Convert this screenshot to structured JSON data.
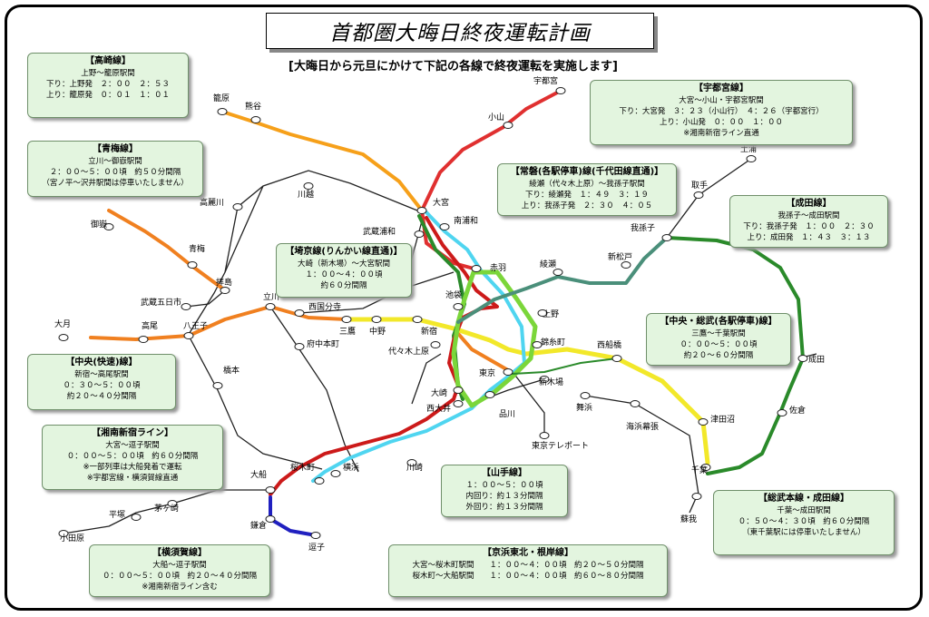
{
  "title": "首都圏大晦日終夜運転計画",
  "subtitle": "[大晦日から元旦にかけて下記の各線で終夜運転を実施します]",
  "colors": {
    "info_bg": "#e3f5df",
    "takasaki": "#f6a01a",
    "utsunomiya": "#e03030",
    "keihin": "#4fd5f0",
    "yamanote": "#7bd63a",
    "chuo_rapid": "#f08020",
    "chuo_sobu": "#f2e82a",
    "joban": "#4a8f7a",
    "narita": "#2a8a2a",
    "yokosuka": "#2020c0"
  },
  "stations": [
    {
      "name": "籠原"
    },
    {
      "name": "熊谷"
    },
    {
      "name": "宇都宮"
    },
    {
      "name": "小山"
    },
    {
      "name": "土浦"
    },
    {
      "name": "取手"
    },
    {
      "name": "我孫子"
    },
    {
      "name": "新松戸"
    },
    {
      "name": "綾瀬"
    },
    {
      "name": "大宮"
    },
    {
      "name": "南浦和"
    },
    {
      "name": "武蔵浦和"
    },
    {
      "name": "赤羽"
    },
    {
      "name": "川越"
    },
    {
      "name": "高麗川"
    },
    {
      "name": "御嶽"
    },
    {
      "name": "青梅"
    },
    {
      "name": "拝島"
    },
    {
      "name": "武蔵五日市"
    },
    {
      "name": "立川"
    },
    {
      "name": "西国分寺"
    },
    {
      "name": "府中本町"
    },
    {
      "name": "大月"
    },
    {
      "name": "高尾"
    },
    {
      "name": "八王子"
    },
    {
      "name": "三鷹"
    },
    {
      "name": "中野"
    },
    {
      "name": "新宿"
    },
    {
      "name": "池袋"
    },
    {
      "name": "上野"
    },
    {
      "name": "錦糸町"
    },
    {
      "name": "代々木上原"
    },
    {
      "name": "東京"
    },
    {
      "name": "新木場"
    },
    {
      "name": "西船橋"
    },
    {
      "name": "成田"
    },
    {
      "name": "佐倉"
    },
    {
      "name": "津田沼"
    },
    {
      "name": "海浜幕張"
    },
    {
      "name": "舞浜"
    },
    {
      "name": "大崎"
    },
    {
      "name": "西大井"
    },
    {
      "name": "品川"
    },
    {
      "name": "橋本"
    },
    {
      "name": "東京テレポート"
    },
    {
      "name": "千葉"
    },
    {
      "name": "蘇我"
    },
    {
      "name": "横浜"
    },
    {
      "name": "桜木町"
    },
    {
      "name": "川崎"
    },
    {
      "name": "大船"
    },
    {
      "name": "茅ヶ崎"
    },
    {
      "name": "平塚"
    },
    {
      "name": "小田原"
    },
    {
      "name": "鎌倉"
    },
    {
      "name": "逗子"
    }
  ],
  "boxes": {
    "takasaki": {
      "title": "【高崎線】",
      "lines": [
        "上野～籠原駅間",
        "下り：上野発　２：００　２：５３",
        "上り：籠原発　０：０１　１：０１"
      ]
    },
    "ome": {
      "title": "【青梅線】",
      "lines": [
        "立川～御嶽駅間",
        "２：００～５：００頃　約５０分間隔",
        "（宮ノ平～沢井駅間は停車いたしません）"
      ]
    },
    "utsunomiya": {
      "title": "【宇都宮線】",
      "lines": [
        "大宮～小山・宇都宮駅間",
        "下り：大宮発　３：２３（小山行）　４：２６（宇都宮行）",
        "上り：小山発　０：００　１：００",
        "※湘南新宿ライン直通"
      ]
    },
    "joban": {
      "title": "【常磐(各駅停車)線(千代田線直通)】",
      "lines": [
        "綾瀬（代々木上原）～我孫子駅間",
        "下り：綾瀬発　１：４９　３：１９",
        "上り：我孫子発　２：３０　４：０５"
      ]
    },
    "narita": {
      "title": "【成田線】",
      "lines": [
        "我孫子～成田駅間",
        "下り：我孫子発　１：００　２：３０",
        "上り：成田発　１：４３　３：１３"
      ]
    },
    "saikyo": {
      "title": "【埼京線(りんかい線直通)】",
      "lines": [
        "大崎（新木場）～大宮駅間",
        "１：００～４：００頃",
        "約６０分間隔"
      ]
    },
    "chuo_sobu": {
      "title": "【中央・総武(各駅停車)線】",
      "lines": [
        "三鷹～千葉駅間",
        "０：００～５：００頃",
        "約２０～６０分間隔"
      ]
    },
    "chuo_rapid": {
      "title": "【中央(快速)線】",
      "lines": [
        "新宿～高尾駅間",
        "０：３０～５：００頃",
        "約２０～４０分間隔"
      ]
    },
    "shonan": {
      "title": "【湘南新宿ライン】",
      "lines": [
        "大宮～逗子駅間",
        "０：００～５：００頃　約６０分間隔",
        "※一部列車は大船発着で運転",
        "※宇都宮線・横須賀線直通"
      ]
    },
    "yamanote": {
      "title": "【山手線】",
      "lines": [
        "１：００～５：００頃",
        "内回り：約１３分間隔",
        "外回り：約１３分間隔"
      ]
    },
    "sobu_narita": {
      "title": "【総武本線・成田線】",
      "lines": [
        "千葉～成田駅間",
        "０：５０～４：３０頃　約６０分間隔",
        "（東千葉駅には停車いたしません）"
      ]
    },
    "yokosuka": {
      "title": "【横須賀線】",
      "lines": [
        "大船～逗子駅間",
        "０：００～５：００頃　約２０～４０分間隔",
        "※湘南新宿ライン含む"
      ]
    },
    "keihin": {
      "title": "【京浜東北・根岸線】",
      "lines": [
        "大宮～桜木町駅間　　１：００～４：００頃　約２０～５０分間隔",
        "桜木町～大船駅間　　１：００～４：００頃　約６０～８０分間隔"
      ]
    }
  }
}
